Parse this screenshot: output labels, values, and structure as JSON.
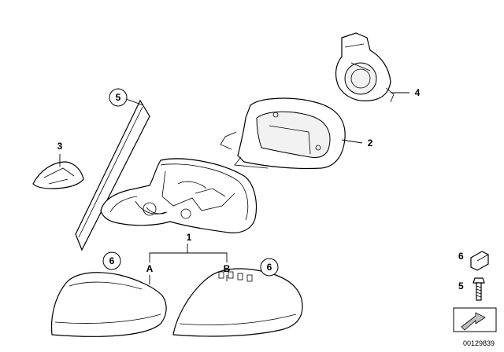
{
  "callouts": {
    "mirror_assembly": "1",
    "cover_housing": "2",
    "clip": "3",
    "motor_drive": "4",
    "mirror_glass": "5",
    "cap_left": "6",
    "cap_right": "6"
  },
  "variants": {
    "a": "A",
    "b": "B"
  },
  "legend": {
    "item_6": "6",
    "item_5": "5"
  },
  "doc_number": "00129839"
}
